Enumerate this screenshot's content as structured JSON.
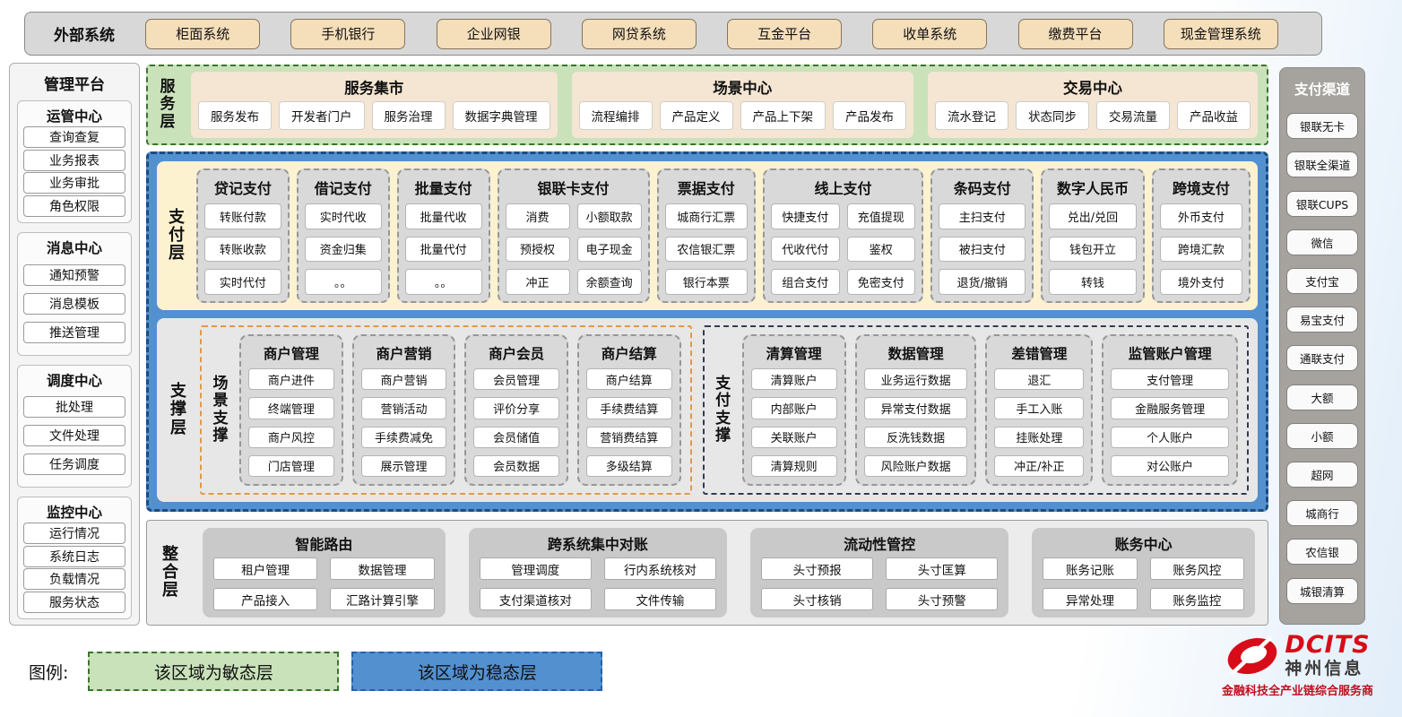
{
  "external_systems": {
    "label": "外部系统",
    "items": [
      "柜面系统",
      "手机银行",
      "企业网银",
      "网贷系统",
      "互金平台",
      "收单系统",
      "缴费平台",
      "现金管理系统"
    ]
  },
  "management_platform": {
    "title": "管理平台",
    "groups": [
      {
        "title": "运管中心",
        "items": [
          "查询查复",
          "业务报表",
          "业务审批",
          "角色权限"
        ]
      },
      {
        "title": "消息中心",
        "items": [
          "通知预警",
          "消息模板",
          "推送管理"
        ]
      },
      {
        "title": "调度中心",
        "items": [
          "批处理",
          "文件处理",
          "任务调度"
        ]
      },
      {
        "title": "监控中心",
        "items": [
          "运行情况",
          "系统日志",
          "负载情况",
          "服务状态"
        ]
      }
    ]
  },
  "service_layer": {
    "label": "服务层",
    "panels": [
      {
        "title": "服务集市",
        "items": [
          "服务发布",
          "开发者门户",
          "服务治理",
          "数据字典管理"
        ]
      },
      {
        "title": "场景中心",
        "items": [
          "流程编排",
          "产品定义",
          "产品上下架",
          "产品发布"
        ]
      },
      {
        "title": "交易中心",
        "items": [
          "流水登记",
          "状态同步",
          "交易流量",
          "产品收益"
        ]
      }
    ]
  },
  "payment_layer": {
    "label": "支付层",
    "columns": [
      {
        "title": "贷记支付",
        "items": [
          "转账付款",
          "转账收款",
          "实时代付"
        ]
      },
      {
        "title": "借记支付",
        "items": [
          "实时代收",
          "资金归集",
          "。。"
        ]
      },
      {
        "title": "批量支付",
        "items": [
          "批量代收",
          "批量代付",
          "。。"
        ]
      },
      {
        "title": "银联卡支付",
        "items": [
          "消费",
          "小额取款",
          "预授权",
          "电子现金",
          "冲正",
          "余额查询"
        ]
      },
      {
        "title": "票据支付",
        "items": [
          "城商行汇票",
          "农信银汇票",
          "银行本票"
        ]
      },
      {
        "title": "线上支付",
        "items": [
          "快捷支付",
          "充值提现",
          "代收代付",
          "鉴权",
          "组合支付",
          "免密支付"
        ]
      },
      {
        "title": "条码支付",
        "items": [
          "主扫支付",
          "被扫支付",
          "退货/撤销"
        ]
      },
      {
        "title": "数字人民币",
        "items": [
          "兑出/兑回",
          "钱包开立",
          "转钱"
        ]
      },
      {
        "title": "跨境支付",
        "items": [
          "外币支付",
          "跨境汇款",
          "境外支付"
        ]
      }
    ]
  },
  "support_layer": {
    "label": "支撑层",
    "groups": [
      {
        "label": "场景支撑",
        "columns": [
          {
            "title": "商户管理",
            "items": [
              "商户进件",
              "终端管理",
              "商户风控",
              "门店管理"
            ]
          },
          {
            "title": "商户营销",
            "items": [
              "商户营销",
              "营销活动",
              "手续费减免",
              "展示管理"
            ]
          },
          {
            "title": "商户会员",
            "items": [
              "会员管理",
              "评价分享",
              "会员储值",
              "会员数据"
            ]
          },
          {
            "title": "商户结算",
            "items": [
              "商户结算",
              "手续费结算",
              "营销费结算",
              "多级结算"
            ]
          }
        ]
      },
      {
        "label": "支付支撑",
        "columns": [
          {
            "title": "清算管理",
            "items": [
              "清算账户",
              "内部账户",
              "关联账户",
              "清算规则"
            ]
          },
          {
            "title": "数据管理",
            "items": [
              "业务运行数据",
              "异常支付数据",
              "反洗钱数据",
              "风险账户数据"
            ]
          },
          {
            "title": "差错管理",
            "items": [
              "退汇",
              "手工入账",
              "挂账处理",
              "冲正/补正"
            ]
          },
          {
            "title": "监管账户管理",
            "items": [
              "支付管理",
              "金融服务管理",
              "个人账户",
              "对公账户"
            ]
          }
        ]
      }
    ]
  },
  "integration_layer": {
    "label": "整合层",
    "panels": [
      {
        "title": "智能路由",
        "items": [
          "租户管理",
          "数据管理",
          "产品接入",
          "汇路计算引擎"
        ]
      },
      {
        "title": "跨系统集中对账",
        "items": [
          "管理调度",
          "行内系统核对",
          "支付渠道核对",
          "文件传输"
        ]
      },
      {
        "title": "流动性管控",
        "items": [
          "头寸预报",
          "头寸匡算",
          "头寸核销",
          "头寸预警"
        ]
      },
      {
        "title": "账务中心",
        "items": [
          "账务记账",
          "账务风控",
          "异常处理",
          "账务监控"
        ]
      }
    ]
  },
  "payment_channels": {
    "title": "支付渠道",
    "items": [
      "银联无卡",
      "银联全渠道",
      "银联CUPS",
      "微信",
      "支付宝",
      "易宝支付",
      "通联支付",
      "大额",
      "小额",
      "超网",
      "城商行",
      "农信银",
      "城银清算"
    ]
  },
  "legend": {
    "label": "图例:",
    "items": [
      {
        "text": "该区域为敏态层",
        "type": "agile"
      },
      {
        "text": "该区域为稳态层",
        "type": "stable"
      }
    ]
  },
  "logo": {
    "brand": "DCITS",
    "company": "神州信息",
    "tagline": "金融科技全产业链综合服务商"
  },
  "colors": {
    "agile_green": "#c9e2ba",
    "agile_border": "#3c7330",
    "stable_blue": "#5390cf",
    "stable_border": "#1d4b7e",
    "cream": "#fcf2d0",
    "tan": "#f5deba",
    "brand_red": "#d70c18"
  }
}
